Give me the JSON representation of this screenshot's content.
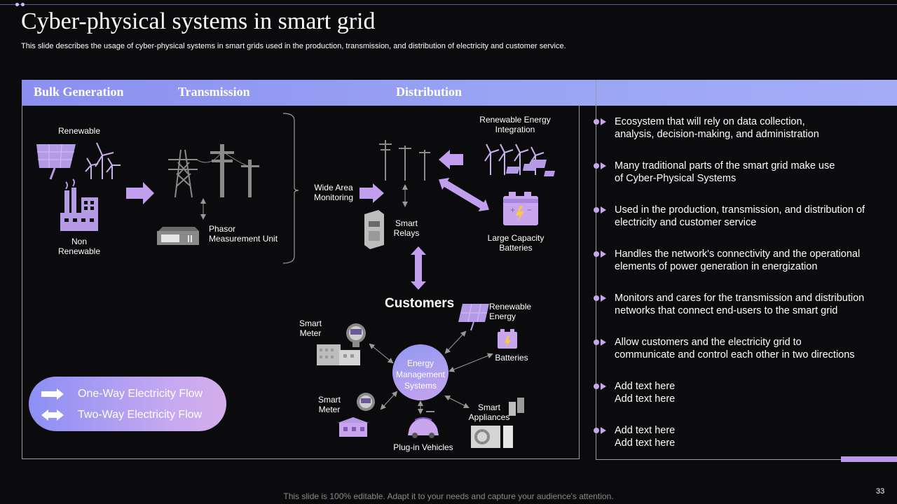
{
  "slide": {
    "title": "Cyber-physical systems in smart grid",
    "subtitle": "This slide describes the usage of cyber-physical systems in smart grids used in the production, transmission, and distribution of electricity and customer service.",
    "footer": "This slide is 100% editable. Adapt it to your needs and capture your audience's attention.",
    "page_number": "33"
  },
  "header": {
    "bulk_generation": "Bulk Generation",
    "transmission": "Transmission",
    "distribution": "Distribution"
  },
  "diagram": {
    "renewable": "Renewable",
    "non_renewable": "Non Renewable",
    "phasor_unit": "Phasor Measurement Unit",
    "wide_area_monitoring": "Wide Area Monitoring",
    "smart_relays": "Smart Relays",
    "renewable_energy_integration": "Renewable Energy Integration",
    "large_capacity_batteries": "Large Capacity Batteries",
    "customers": "Customers",
    "energy_management_systems": "Energy Management Systems",
    "smart_meter_1": "Smart Meter",
    "smart_meter_2": "Smart Meter",
    "renewable_energy": "Renewable Energy",
    "batteries": "Batteries",
    "smart_appliances": "Smart Appliances",
    "plugin_vehicles": "Plug-in Vehicles"
  },
  "legend": {
    "one_way": "One-Way Electricity Flow",
    "two_way": "Two-Way Electricity Flow"
  },
  "bullets": [
    {
      "line1": "Ecosystem that will rely on data collection,",
      "line2": "analysis, decision-making, and administration"
    },
    {
      "line1": "Many traditional parts of the smart grid make use",
      "line2": "of Cyber-Physical Systems"
    },
    {
      "line1": "Used in the production, transmission, and distribution of",
      "line2": "electricity and customer service"
    },
    {
      "line1": "Handles the network's connectivity and the operational",
      "line2": "elements of power generation in energization"
    },
    {
      "line1": "Monitors and cares for the transmission and distribution",
      "line2": "networks that connect end-users to the smart grid"
    },
    {
      "line1": "Allow customers and the electricity grid to",
      "line2": "communicate and control each other in two directions"
    },
    {
      "line1": "Add text here",
      "line2": "Add text here"
    },
    {
      "line1": "Add text here",
      "line2": "Add text here"
    }
  ],
  "colors": {
    "accent": "#b89ae8",
    "header_bar": "#9aa6f4",
    "icon_gray": "#8a8a8a",
    "background": "#0b0a0c"
  }
}
